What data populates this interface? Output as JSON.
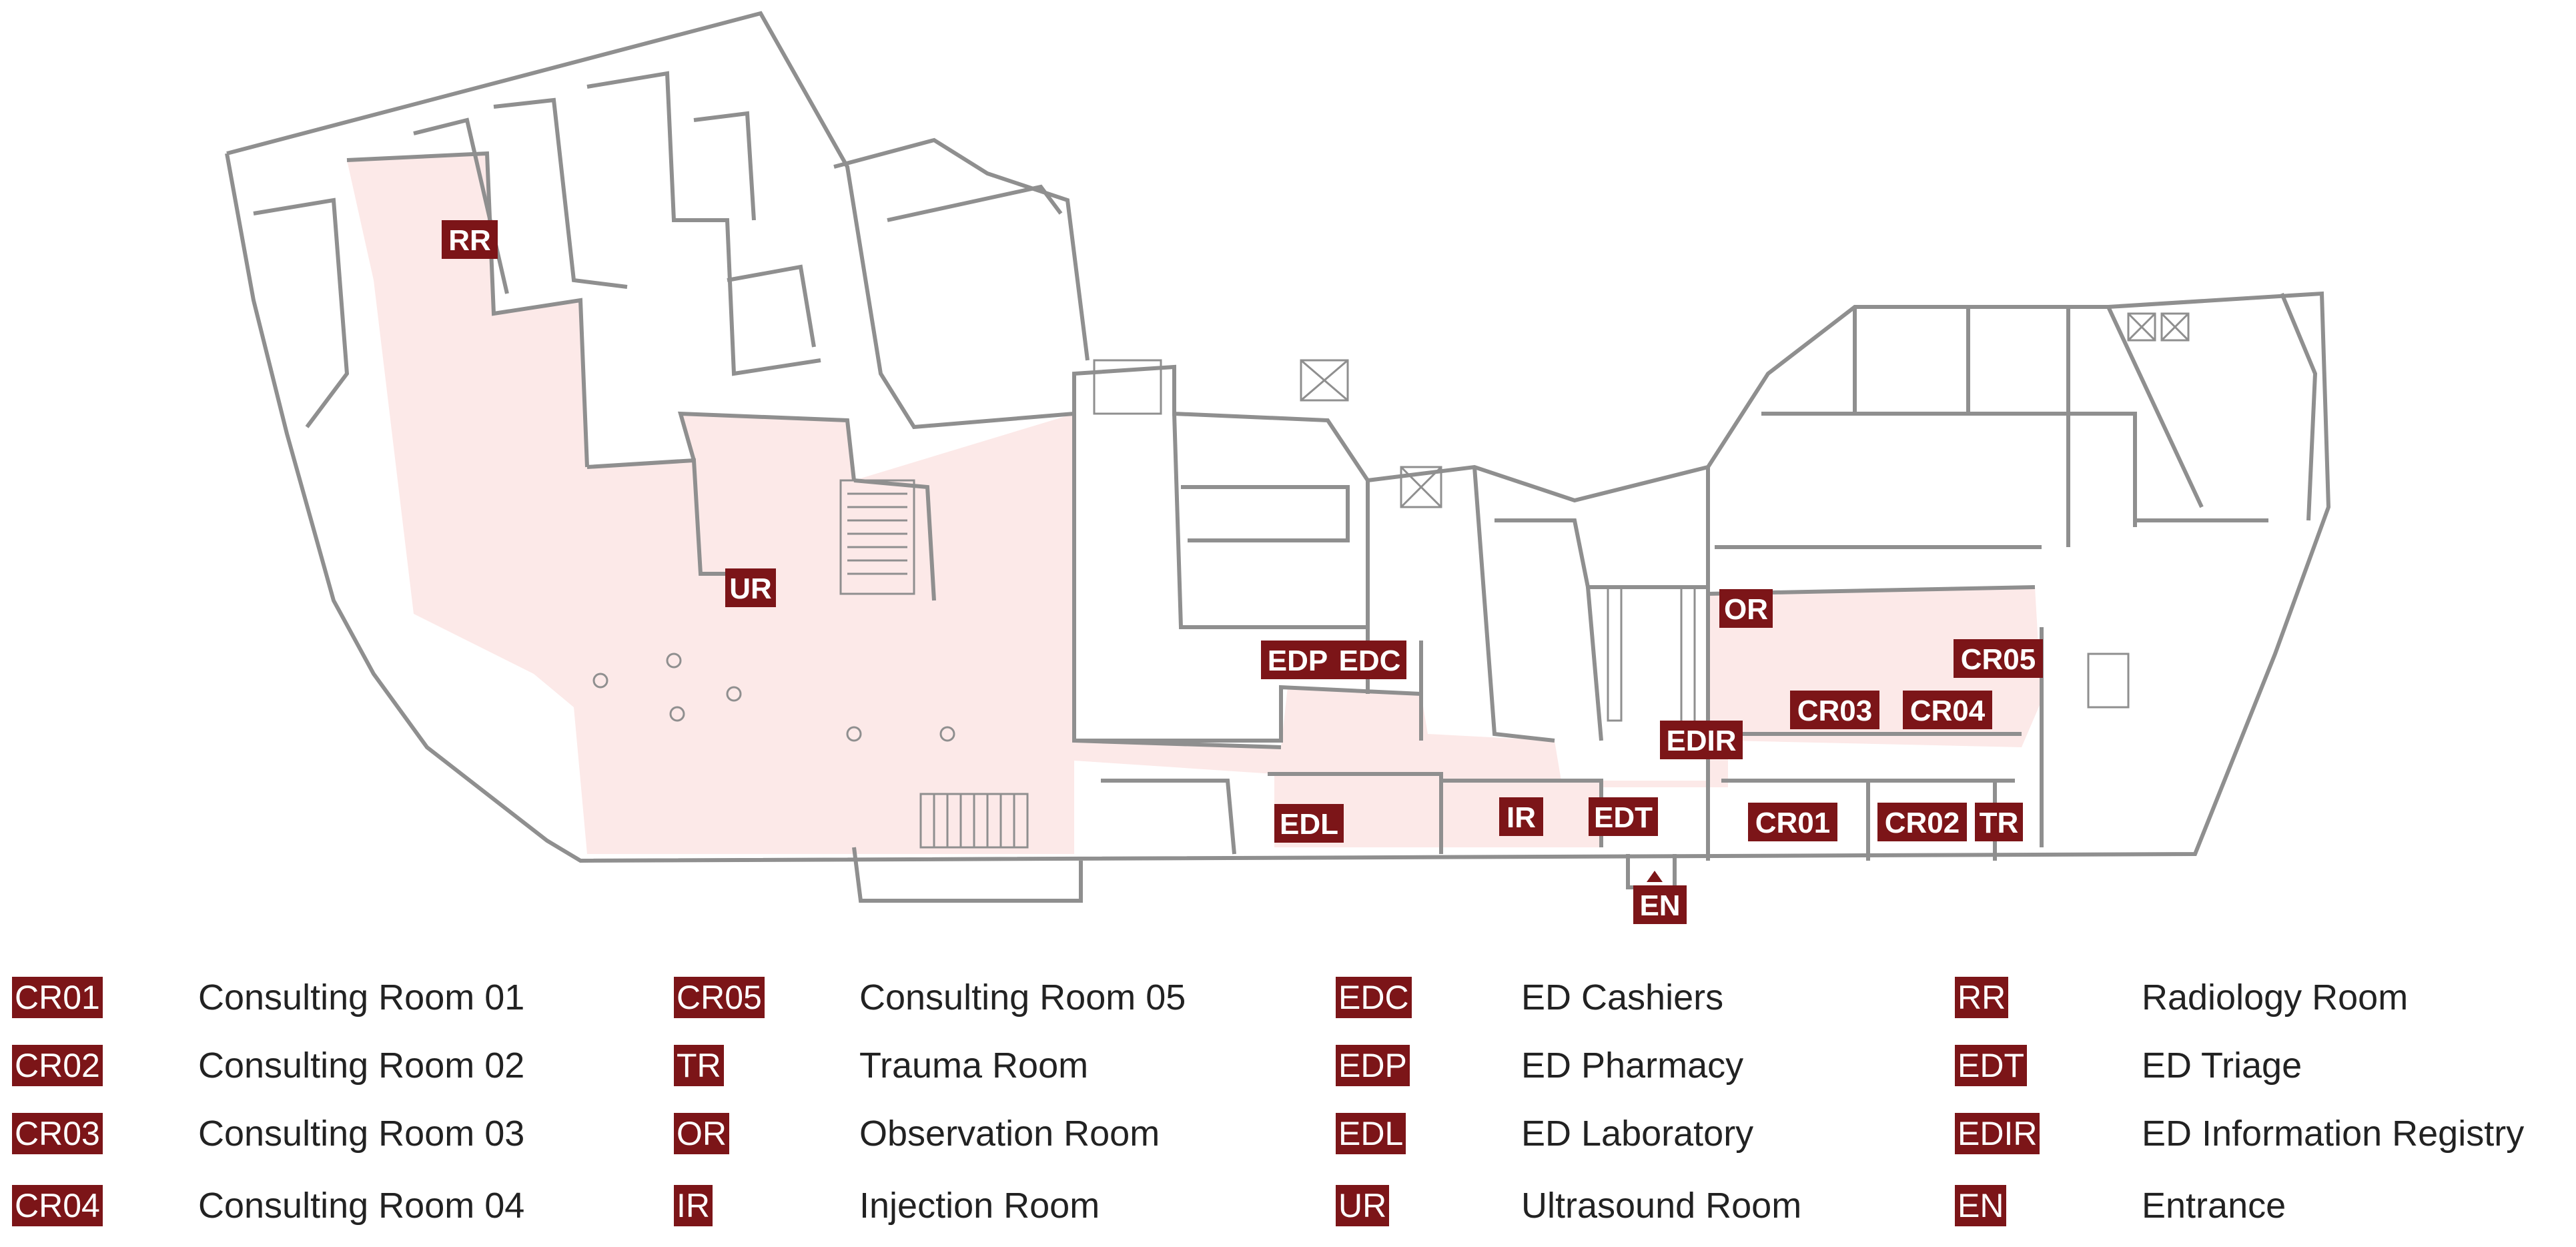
{
  "map": {
    "colors": {
      "badge": "#7c1518",
      "highlight_area": "#fce9e8",
      "walls": "#888888"
    },
    "room_labels": [
      {
        "code": "RR"
      },
      {
        "code": "UR"
      },
      {
        "code": "EDP"
      },
      {
        "code": "EDC"
      },
      {
        "code": "OR"
      },
      {
        "code": "CR05"
      },
      {
        "code": "CR03"
      },
      {
        "code": "CR04"
      },
      {
        "code": "EDIR"
      },
      {
        "code": "EDL"
      },
      {
        "code": "IR"
      },
      {
        "code": "EDT"
      },
      {
        "code": "CR01"
      },
      {
        "code": "CR02"
      },
      {
        "code": "TR"
      },
      {
        "code": "EN"
      }
    ]
  },
  "legend": [
    {
      "code": "CR01",
      "label": "Consulting Room 01"
    },
    {
      "code": "CR02",
      "label": "Consulting Room 02"
    },
    {
      "code": "CR03",
      "label": "Consulting Room 03"
    },
    {
      "code": "CR04",
      "label": "Consulting Room 04"
    },
    {
      "code": "CR05",
      "label": "Consulting Room 05"
    },
    {
      "code": "TR",
      "label": "Trauma Room"
    },
    {
      "code": "OR",
      "label": "Observation Room"
    },
    {
      "code": "IR",
      "label": "Injection Room"
    },
    {
      "code": "EDC",
      "label": "ED Cashiers"
    },
    {
      "code": "EDP",
      "label": "ED Pharmacy"
    },
    {
      "code": "EDL",
      "label": "ED Laboratory"
    },
    {
      "code": "UR",
      "label": "Ultrasound Room"
    },
    {
      "code": "RR",
      "label": "Radiology Room"
    },
    {
      "code": "EDT",
      "label": "ED Triage"
    },
    {
      "code": "EDIR",
      "label": "ED Information Registry"
    },
    {
      "code": "EN",
      "label": "Entrance"
    }
  ]
}
